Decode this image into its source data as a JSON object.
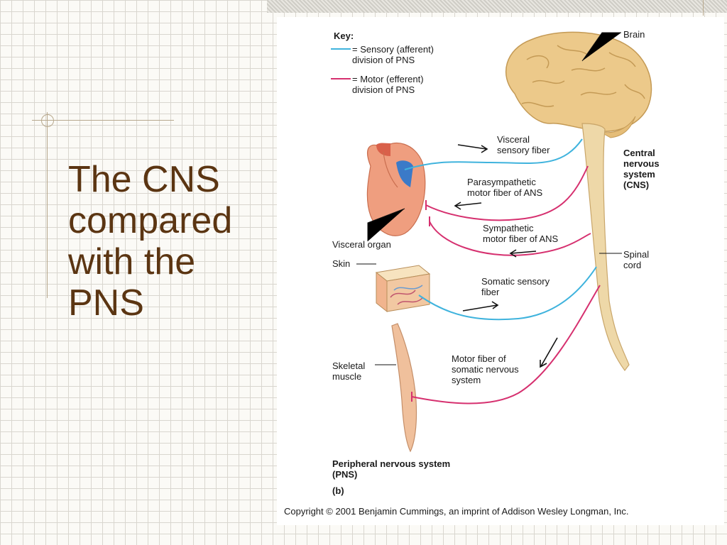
{
  "slide": {
    "title": "The CNS\ncompared\nwith the\nPNS"
  },
  "figure": {
    "key": {
      "heading": "Key:",
      "sensory": "= Sensory (afferent)\ndivision of PNS",
      "motor": "= Motor (efferent)\ndivision of PNS"
    },
    "labels": {
      "brain": "Brain",
      "cns": "Central\nnervous\nsystem\n(CNS)",
      "spinal_cord": "Spinal\ncord",
      "visceral_sensory": "Visceral\nsensory fiber",
      "parasympathetic": "Parasympathetic\nmotor fiber of ANS",
      "sympathetic": "Sympathetic\nmotor fiber of ANS",
      "visceral_organ": "Visceral organ",
      "skin": "Skin",
      "somatic_sensory": "Somatic sensory\nfiber",
      "skeletal_muscle": "Skeletal\nmuscle",
      "motor_somatic": "Motor fiber of\nsomatic nervous\nsystem",
      "pns": "Peripheral nervous system\n(PNS)",
      "part": "(b)"
    },
    "copyright": "Copyright © 2001 Benjamin Cummings, an imprint of Addison Wesley Longman, Inc.",
    "colors": {
      "sensory": "#3fb3dd",
      "motor": "#d6306f",
      "title": "#5b3512",
      "brain": "#e9c582",
      "heart": "#ec9a7d",
      "muscle": "#f0c09c"
    }
  }
}
